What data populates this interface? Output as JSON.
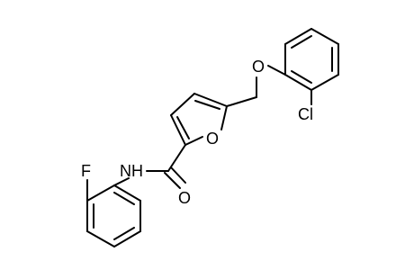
{
  "molecule": {
    "atoms": {
      "oxygen_ether": "O",
      "chlorine": "Cl",
      "oxygen_furan": "O",
      "nitrogen_amide": "NH",
      "fluorine": "F",
      "oxygen_carbonyl": "O"
    },
    "colors": {
      "bond": "#000000",
      "label": "#000000",
      "background": "#ffffff"
    }
  }
}
